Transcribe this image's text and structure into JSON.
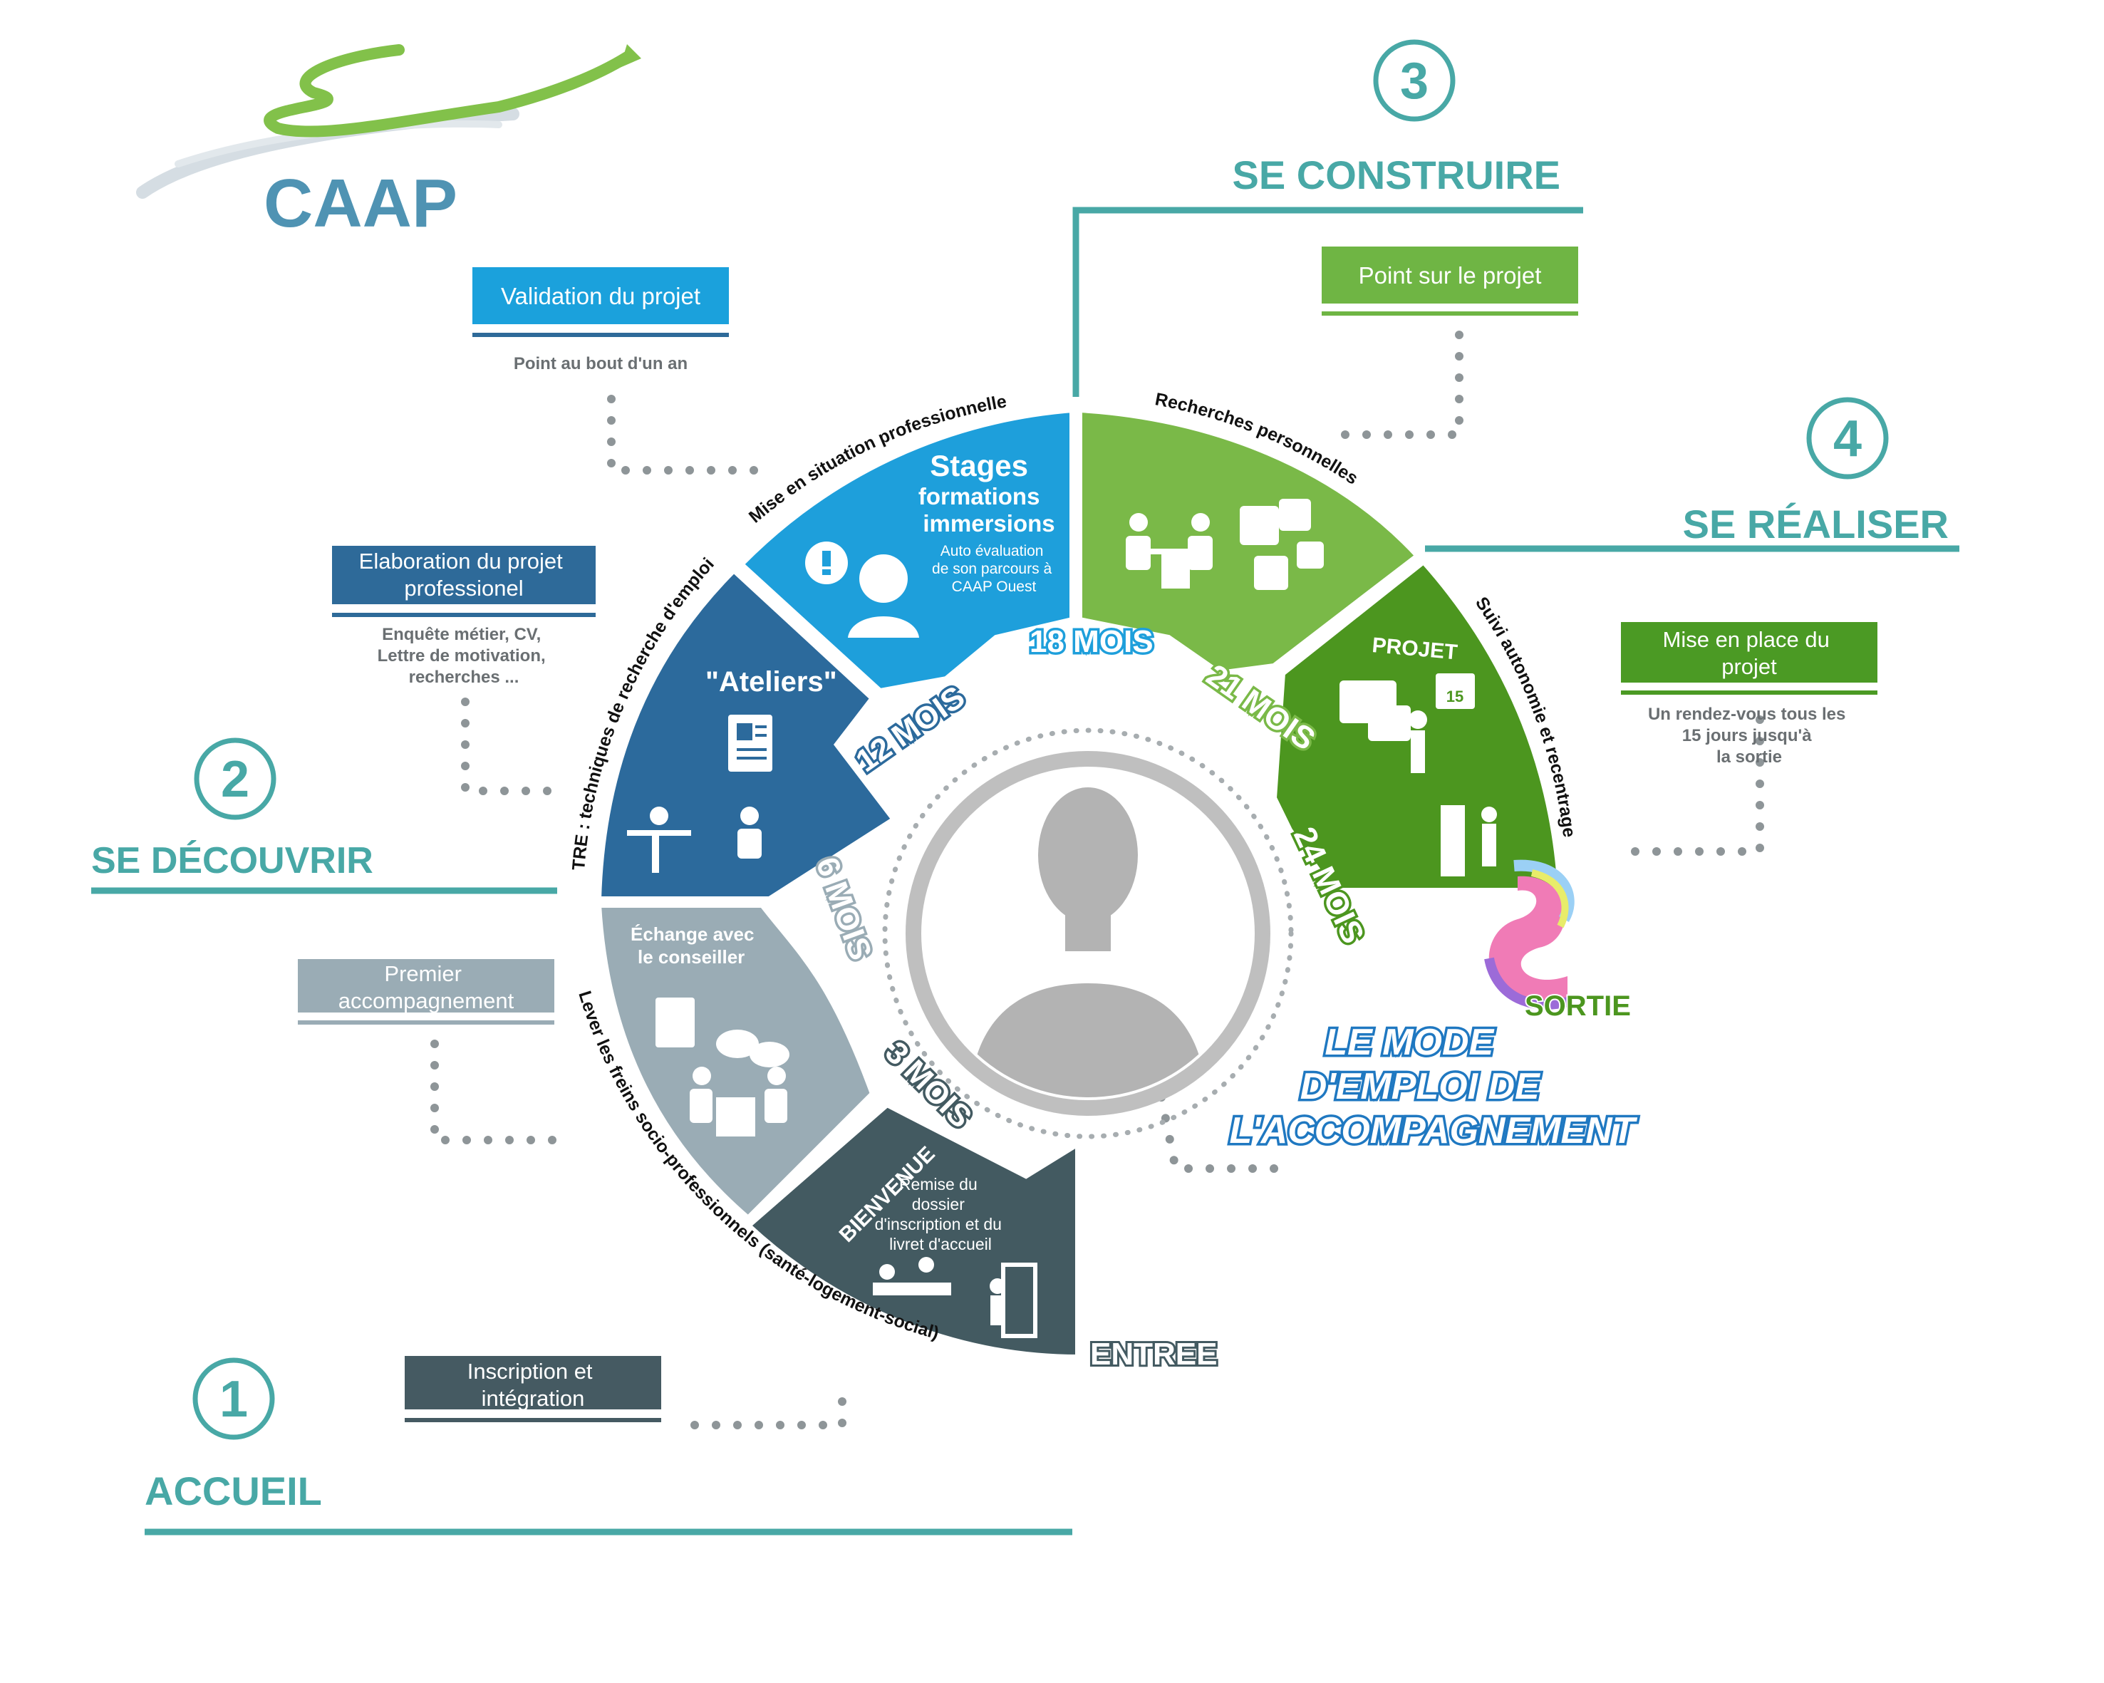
{
  "logo": {
    "text": "CAAP"
  },
  "title": {
    "lines": [
      "LE MODE",
      "D'EMPLOI DE",
      "L'ACCOMPAGNEMENT"
    ]
  },
  "phases": [
    {
      "number": "1",
      "title": "ACCUEIL"
    },
    {
      "number": "2",
      "title": "SE DÉCOUVRIR"
    },
    {
      "number": "3",
      "title": "SE CONSTRUIRE"
    },
    {
      "number": "4",
      "title": "SE RÉALISER"
    }
  ],
  "boxes": {
    "inscription": {
      "lines": [
        "Inscription et",
        "intégration"
      ],
      "color": "#455a62"
    },
    "premier": {
      "lines": [
        "Premier",
        "accompagnement"
      ],
      "color": "#9aacb5"
    },
    "elaboration": {
      "lines": [
        "Elaboration du projet",
        "professionel"
      ],
      "caption": [
        "Enquête métier, CV,",
        "Lettre de motivation,",
        "recherches ..."
      ],
      "color": "#2e6a99"
    },
    "validation": {
      "lines": [
        "Validation du projet"
      ],
      "caption": [
        "Point au bout d'un an"
      ],
      "color": "#1ba1dc"
    },
    "point": {
      "lines": [
        "Point sur le projet"
      ],
      "color": "#6fb544"
    },
    "miseenplace": {
      "lines": [
        "Mise en place du",
        "projet"
      ],
      "caption": [
        "Un rendez-vous tous les",
        "15 jours jusqu'à",
        "la sortie"
      ],
      "color": "#4b9a24"
    }
  },
  "segments": {
    "bienvenue": {
      "label": "BIENVENUE",
      "text": [
        "Remise du",
        "dossier",
        "d'inscription et du",
        "livret d'accueil"
      ],
      "color": "#435a61"
    },
    "echange": {
      "label": [
        "Échange avec",
        "le conseiller"
      ],
      "color": "#9aacb5"
    },
    "ateliers": {
      "label": "\"Ateliers\"",
      "color": "#2c6a9c"
    },
    "stages": {
      "label": [
        "Stages",
        "formations",
        "immersions"
      ],
      "text": [
        "Auto évaluation",
        "de son parcours à",
        "CAAP Ouest"
      ],
      "color": "#1e9fdb"
    },
    "recherches": {
      "color": "#7ab948"
    },
    "projet": {
      "label": "PROJET",
      "calendar_day": "15",
      "color": "#4c961f"
    }
  },
  "months": [
    "3 MOIS",
    "6 MOIS",
    "12 MOIS",
    "18 MOIS",
    "21 MOIS",
    "24 MOIS"
  ],
  "arc_labels": {
    "lever": "Lever les freins socio-professionnels (santé-logement-social)",
    "tre": "TRE : techniques de recherche d'emploi",
    "mise": "Mise en situation professionnelle",
    "recherches": "Recherches personnelles",
    "suivi": "Suivi autonomie et recentrage"
  },
  "entree": "ENTREE",
  "sortie": "SORTIE",
  "colors": {
    "teal": "#48a8a6",
    "gray_ring": "#bfbfbf",
    "dots": "#8e9598",
    "title_blue": "#1f78c1"
  }
}
